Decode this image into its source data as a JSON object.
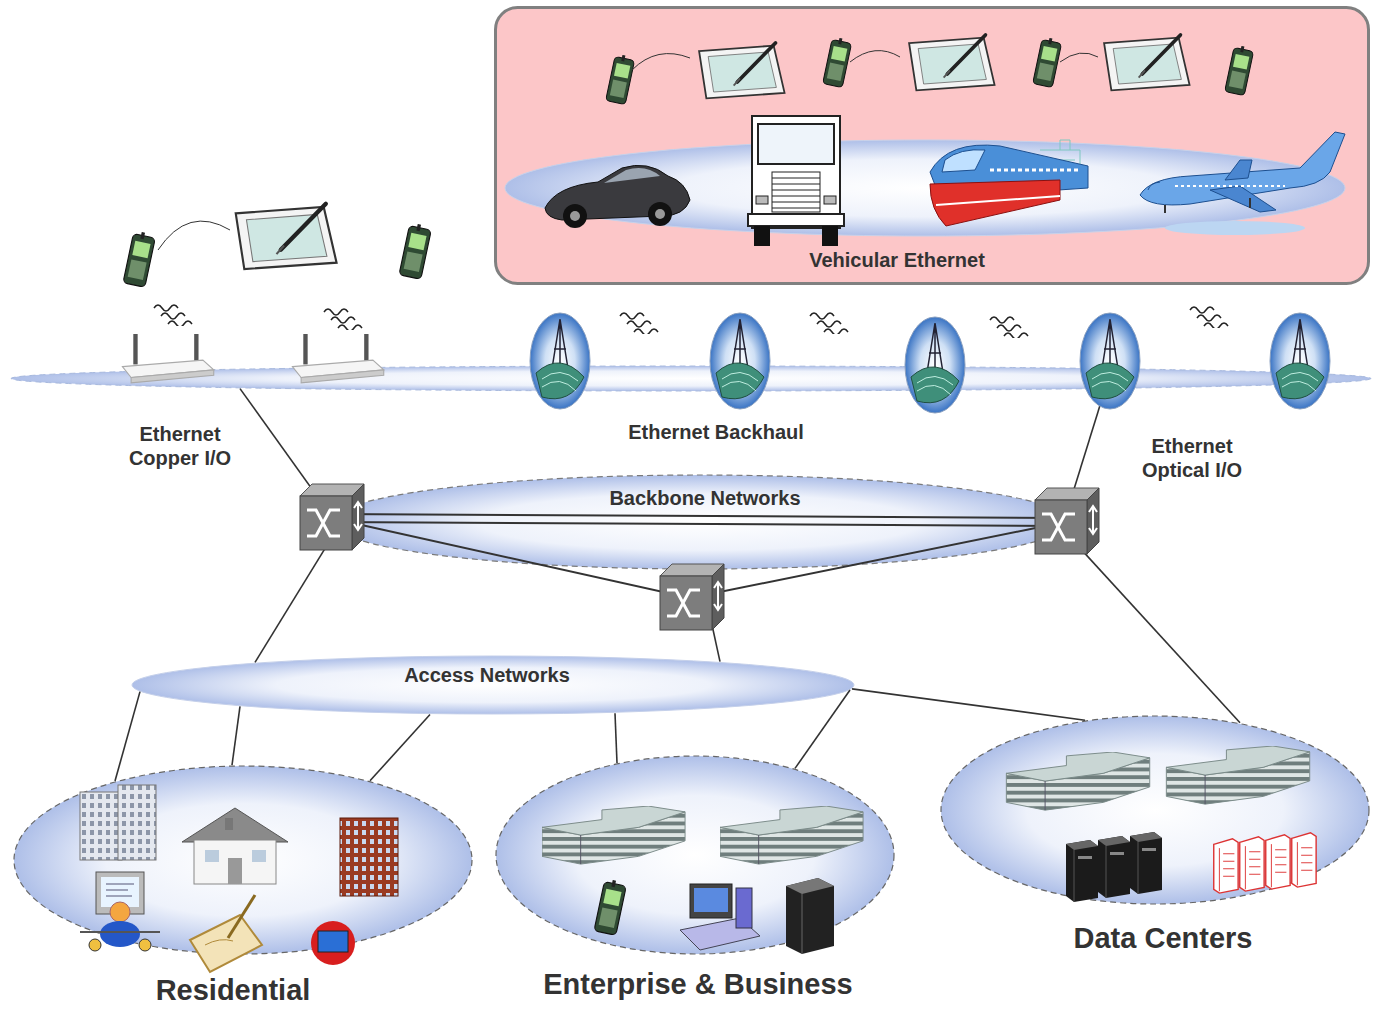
{
  "diagram": {
    "nodes": [
      {
        "text": [
          "Vehicular Ethernet"
        ]
      },
      {
        "text": [
          "Ethernet Backhaul"
        ]
      },
      {
        "text": [
          "Backbone Networks"
        ]
      },
      {
        "text": [
          "Access Networks"
        ]
      },
      {
        "text": [
          "Residential"
        ]
      },
      {
        "text": [
          "Enterprise & Business"
        ]
      },
      {
        "text": [
          "Data Centers"
        ]
      }
    ],
    "edges": [
      {
        "from": 1,
        "to": 2,
        "arrow": "none"
      },
      {
        "from": 1,
        "to": 2,
        "arrow": "none"
      },
      {
        "from": 2,
        "to": 3,
        "arrow": "none"
      },
      {
        "from": 2,
        "to": 3,
        "arrow": "none"
      },
      {
        "from": 2,
        "to": 6,
        "arrow": "none"
      },
      {
        "from": 3,
        "to": 4,
        "arrow": "none"
      },
      {
        "from": 3,
        "to": 4,
        "arrow": "none"
      },
      {
        "from": 3,
        "to": 4,
        "arrow": "none"
      },
      {
        "from": 3,
        "to": 5,
        "arrow": "none"
      },
      {
        "from": 3,
        "to": 5,
        "arrow": "none"
      },
      {
        "from": 3,
        "to": 6,
        "arrow": "none"
      }
    ],
    "labels": [
      "Ethernet Copper I/O",
      "Ethernet Optical I/O"
    ]
  }
}
